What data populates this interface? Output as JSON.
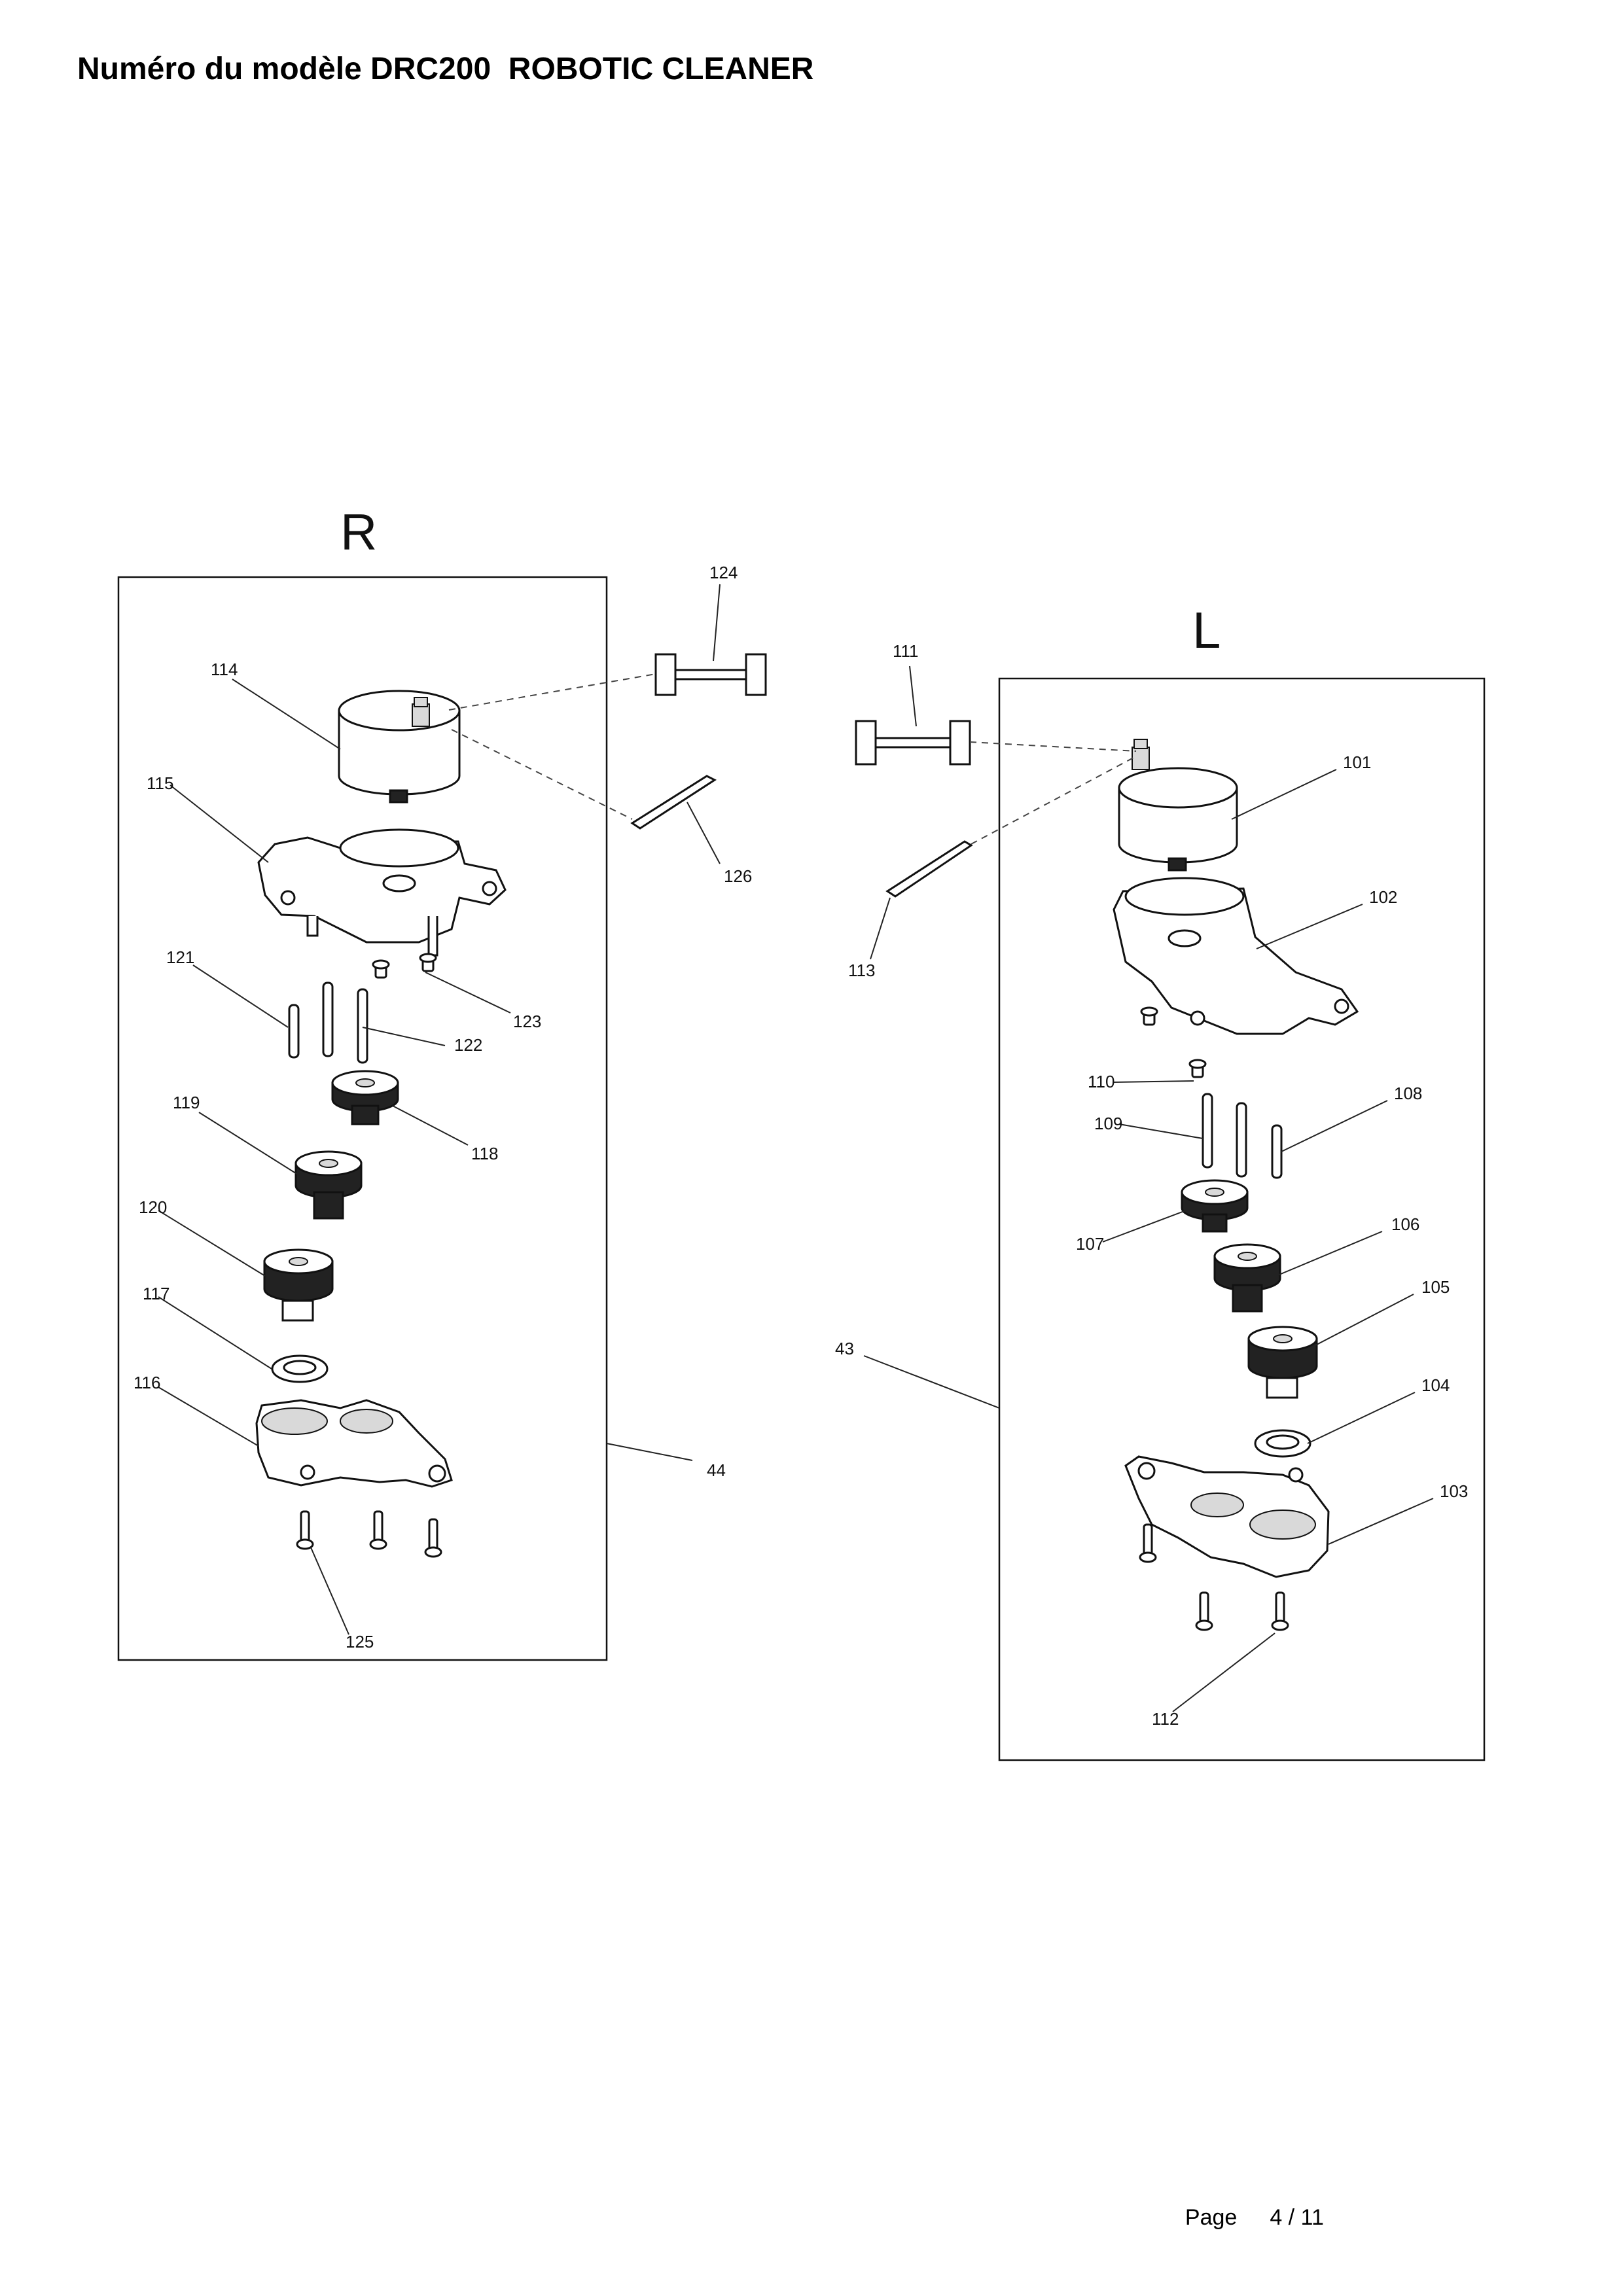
{
  "header": {
    "title": "Numéro du modèle DRC200  ROBOTIC CLEANER"
  },
  "diagram": {
    "panel_right": {
      "side_label": "R",
      "assembly_ref": "44"
    },
    "panel_left": {
      "side_label": "L",
      "assembly_ref": "43"
    },
    "refs": {
      "r101": "101",
      "r102": "102",
      "r103": "103",
      "r104": "104",
      "r105": "105",
      "r106": "106",
      "r107": "107",
      "r108": "108",
      "r109": "109",
      "r110": "110",
      "r111": "111",
      "r112": "112",
      "r113": "113",
      "r114": "114",
      "r115": "115",
      "r116": "116",
      "r117": "117",
      "r118": "118",
      "r119": "119",
      "r120": "120",
      "r121": "121",
      "r122": "122",
      "r123": "123",
      "r124": "124",
      "r125": "125",
      "r126": "126"
    }
  },
  "footer": {
    "page_label": "Page",
    "page_number": "4 / 11"
  }
}
